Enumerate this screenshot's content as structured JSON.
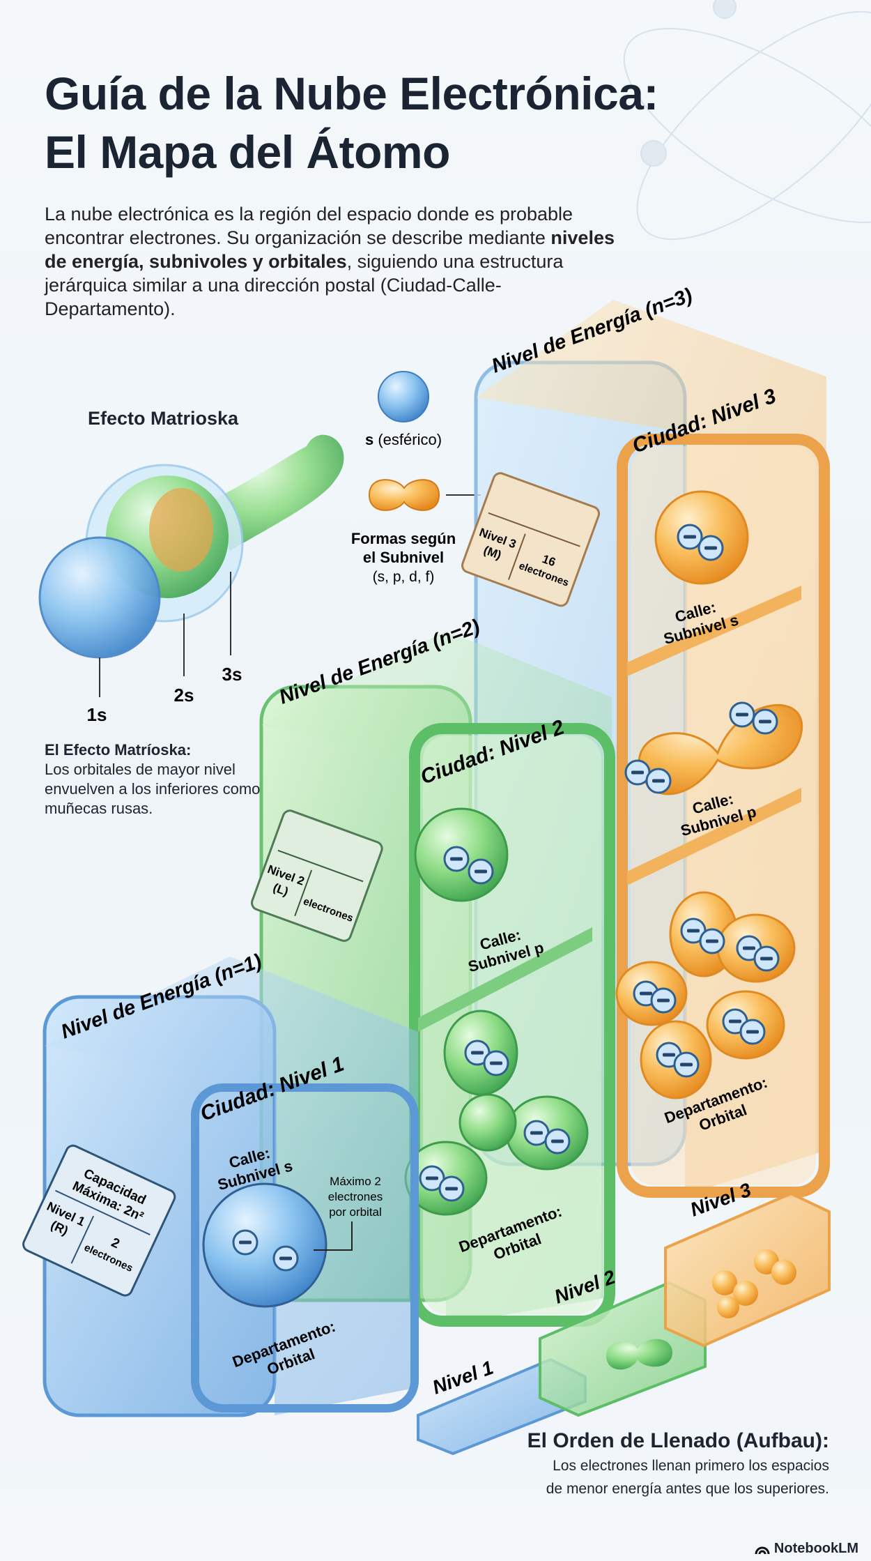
{
  "title": {
    "line1": "Guía de la Nube Electrónica:",
    "line2": "El Mapa del Átomo"
  },
  "intro": {
    "part1": "La nube electrónica es la región del espacio donde es probable encontrar electrones. Su organización se describe mediante ",
    "bold": "niveles de energía, subnivoles y orbitales",
    "part2": ", siguiendo una estructura jerárquica similar a una dirección postal (Ciudad-Calle-Departamento)."
  },
  "matrioska": {
    "title": "Efecto Matrioska",
    "labels": [
      "1s",
      "2s",
      "3s"
    ],
    "heading": "El Efecto Matríoska:",
    "text": "Los orbitales de mayor nivel envuelven a los inferiores como muñecas rusas."
  },
  "shapes": {
    "s_label_bold": "s",
    "s_label_rest": " (esférico)",
    "forms_line1": "Formas según",
    "forms_line2": "el Subnivel",
    "forms_line3": "(s, p, d, f)"
  },
  "levels": [
    {
      "energy_label": "Nivel de Energía (n=1)",
      "city": "Ciudad: Nivel 1",
      "plaque": {
        "capacity1": "Capacidad",
        "capacity2": "Máxima: 2n²",
        "level1": "Nivel 1",
        "level2": "(R)",
        "count": "2",
        "unit": "electrones"
      },
      "streets": [
        {
          "line1": "Calle:",
          "line2": "Subnivel s"
        }
      ],
      "max_note": [
        "Máximo 2",
        "electrones",
        "por orbital"
      ],
      "department": {
        "line1": "Departamento:",
        "line2": "Orbital"
      },
      "color": "#5a9fdc"
    },
    {
      "energy_label": "Nivel de Energía (n=2)",
      "city": "Ciudad: Nivel 2",
      "plaque": {
        "level1": "Nivel 2",
        "level2": "(L)",
        "unit": "electrones"
      },
      "streets": [
        {
          "line1": "Calle:",
          "line2": "Subnivel p"
        }
      ],
      "department": {
        "line1": "Departamento:",
        "line2": "Orbital"
      },
      "color": "#5fc46a"
    },
    {
      "energy_label": "Nivel de Energía (n=3)",
      "city": "Ciudad: Nivel 3",
      "plaque": {
        "level1": "Nivel 3",
        "level2": "(M)",
        "count": "16",
        "unit": "electrones"
      },
      "streets": [
        {
          "line1": "Calle:",
          "line2": "Subnivel s"
        },
        {
          "line1": "Calle:",
          "line2": "Subnivel p"
        }
      ],
      "department": {
        "line1": "Departamento:",
        "line2": "Orbital"
      },
      "color": "#f2a03a"
    }
  ],
  "filling": {
    "capsules": [
      "Nivel 1",
      "Nivel 2",
      "Nivel 3"
    ],
    "heading": "El Orden de Llenado (Aufbau):",
    "line1": "Los electrones llenan primero los espacios",
    "line2": "de menor energía antes que los superiores."
  },
  "brand": {
    "name": "NotebookLM",
    "icon": "notebooklm-logo-icon"
  }
}
